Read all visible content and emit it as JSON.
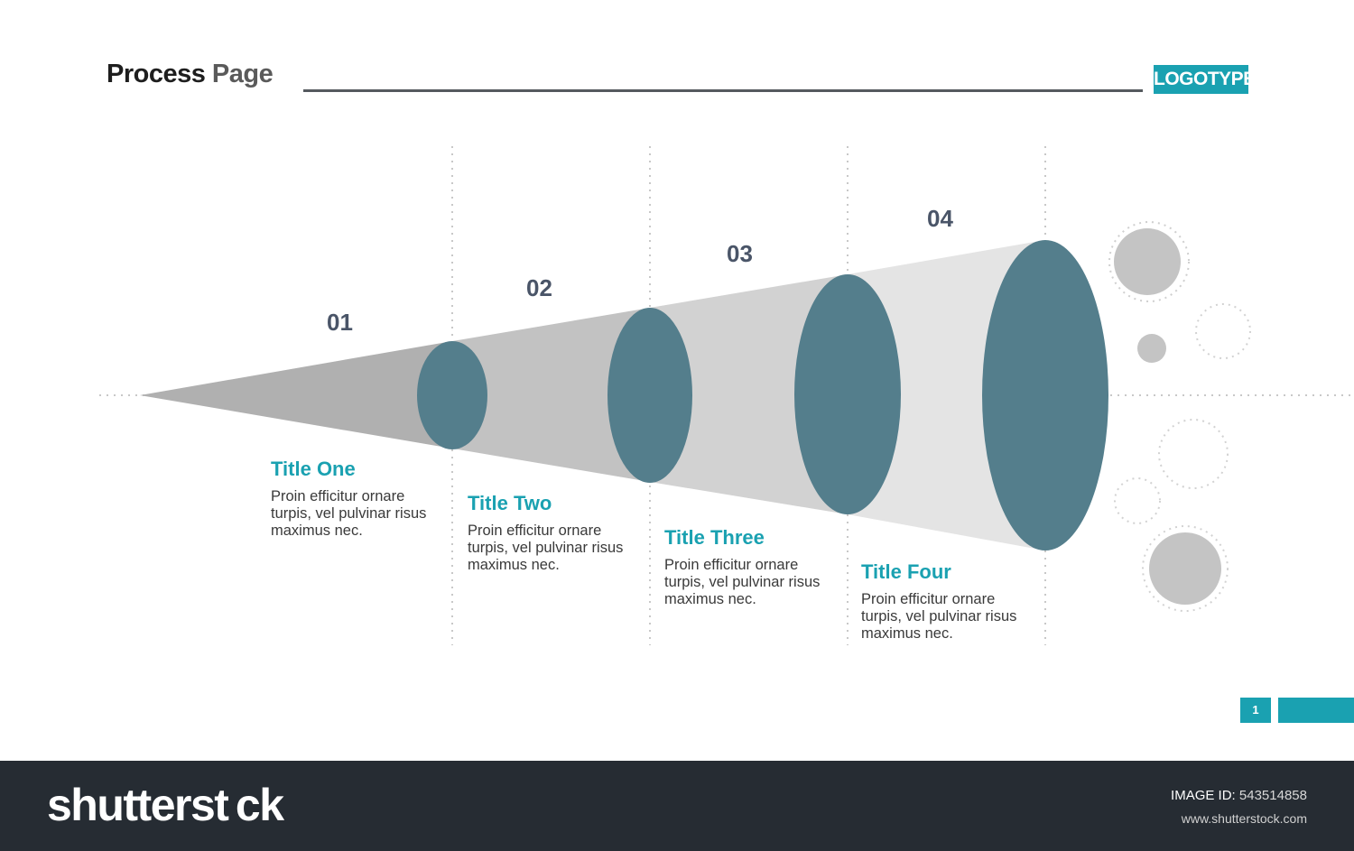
{
  "header": {
    "title_main": "Process",
    "title_accent": "Page",
    "logo": "LOGOTYPE"
  },
  "steps": [
    {
      "number": "01",
      "title": "Title One",
      "text": "Proin efficitur ornare turpis, vel pulvinar risus maximus nec."
    },
    {
      "number": "02",
      "title": "Title Two",
      "text": "Proin efficitur ornare turpis, vel pulvinar risus maximus nec."
    },
    {
      "number": "03",
      "title": "Title Three",
      "text": "Proin efficitur ornare turpis, vel pulvinar risus maximus nec."
    },
    {
      "number": "04",
      "title": "Title Four",
      "text": "Proin efficitur ornare turpis, vel pulvinar risus maximus nec."
    }
  ],
  "page_number": "1",
  "colors": {
    "accent": "#1aa1b1",
    "ellipse": "#547e8c",
    "cone_dark": "#b0b0b0",
    "cone_light": "#e6e6e6",
    "footer_bg": "#262c33"
  },
  "footer": {
    "brand": "shutterst ck",
    "image_id_label": "IMAGE ID:",
    "image_id": "543514858",
    "url": "www.shutterstock.com"
  }
}
